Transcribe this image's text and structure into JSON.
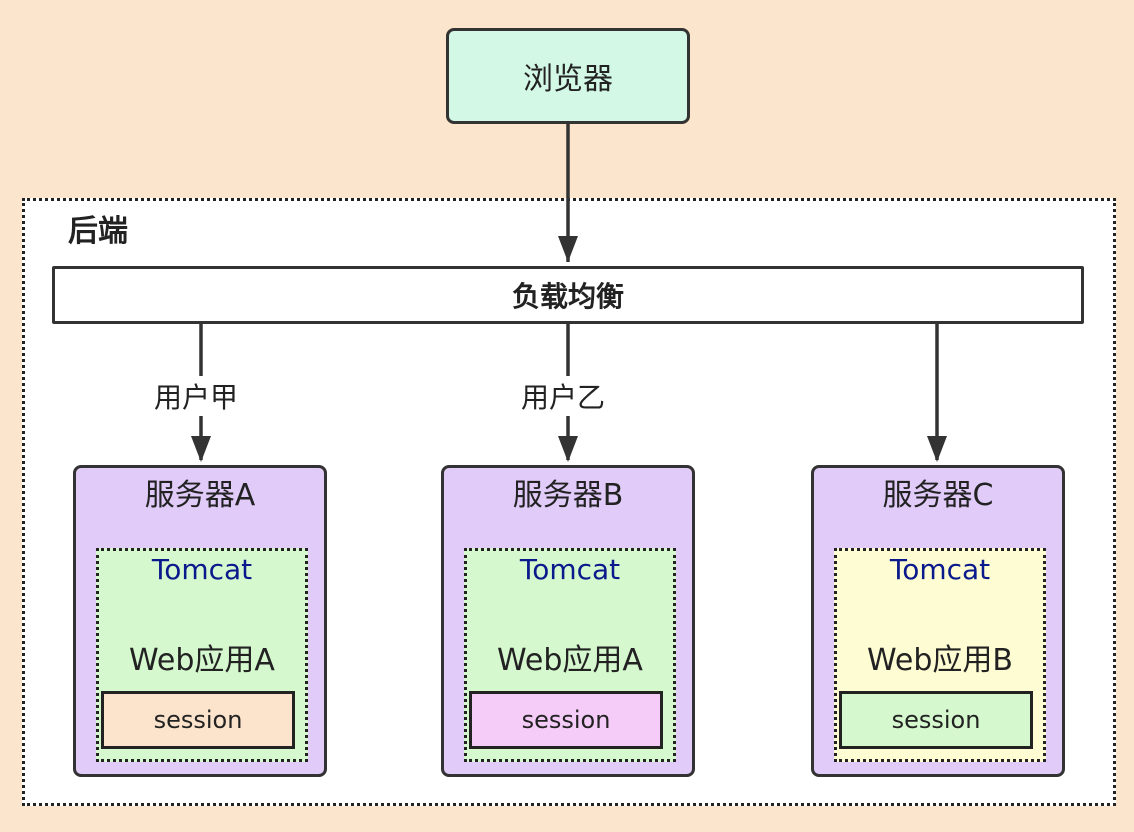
{
  "browser": {
    "label": "浏览器",
    "color": "#d3f8e6"
  },
  "backend": {
    "label": "后端"
  },
  "load_balancer": {
    "label": "负载均衡"
  },
  "edges": [
    {
      "label": "用户甲"
    },
    {
      "label": "用户乙"
    },
    {
      "label": ""
    }
  ],
  "servers": [
    {
      "title": "服务器A",
      "container": "Tomcat",
      "app": "Web应用A",
      "session": "session",
      "tomcat_color": "#d5f8ce",
      "session_color": "#fbe3cc"
    },
    {
      "title": "服务器B",
      "container": "Tomcat",
      "app": "Web应用A",
      "session": "session",
      "tomcat_color": "#d5f8ce",
      "session_color": "#f4ccf7"
    },
    {
      "title": "服务器C",
      "container": "Tomcat",
      "app": "Web应用B",
      "session": "session",
      "tomcat_color": "#fefcd2",
      "session_color": "#d5f8ce"
    }
  ]
}
